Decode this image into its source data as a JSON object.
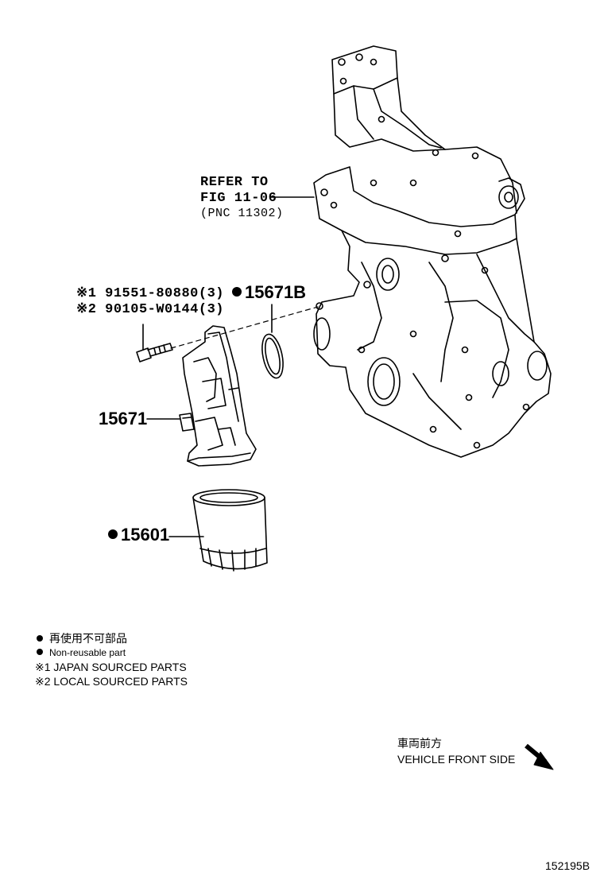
{
  "refer": {
    "line1": "REFER TO",
    "line2": "FIG 11-06",
    "line3": "(PNC 11302)"
  },
  "bolts": {
    "line1": "※1 91551-80880(3)",
    "line2": "※2 90105-W0144(3)"
  },
  "parts": {
    "gasket": "15671B",
    "housing": "15671",
    "filter": "15601"
  },
  "notes": {
    "nonreusable_jp": "再使用不可部品",
    "nonreusable_en": "Non-reusable part",
    "japan": "※1 JAPAN SOURCED PARTS",
    "local": "※2 LOCAL SOURCED PARTS"
  },
  "direction": {
    "jp": "車両前方",
    "en": "VEHICLE FRONT SIDE",
    "icon": "arrow-down-right-icon"
  },
  "figure_id": "152195B"
}
